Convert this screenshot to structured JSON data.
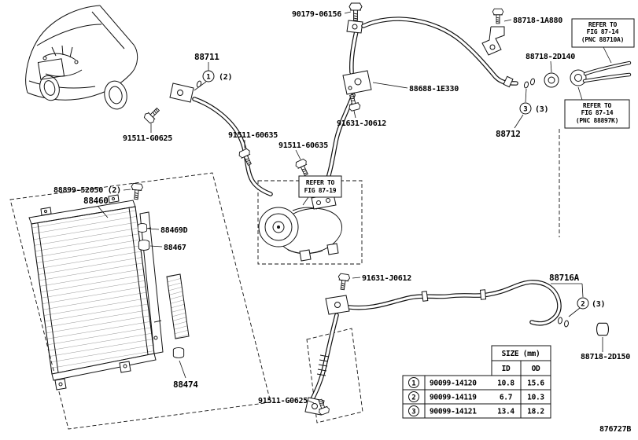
{
  "figure_code": "876727B",
  "parts": {
    "bolt_90179": "90179-06156",
    "bracket_88718_1a880": "88718-1A880",
    "hose_88711": "88711",
    "hose_88711_qty": "(2)",
    "fitting_88688": "88688-1E330",
    "damper_88718_2d140": "88718-2D140",
    "bolt_91631_upper": "91631-J0612",
    "pipe_88712": "88712",
    "pipe_88712_qty": "(3)",
    "bolt_91511_g0625_left": "91511-G0625",
    "bolt_91511_60635_a": "91511-60635",
    "bolt_91511_60635_b": "91511-60635",
    "screw_88899": "88899-52050 (2)",
    "condenser_88460": "88460",
    "cushion_88469d": "88469D",
    "cushion_88467": "88467",
    "bolt_91631_lower": "91631-J0612",
    "pipe_88716a": "88716A",
    "pipe_88716a_qty": "(3)",
    "damper_88718_2d150": "88718-2D150",
    "seal_88474": "88474",
    "bolt_91511_g0625_bottom": "91511-G0625"
  },
  "refer_notes": {
    "top_right": [
      "REFER TO",
      "FIG 87-14",
      "(PNC 88710A)"
    ],
    "mid_right": [
      "REFER TO",
      "FIG 87-14",
      "(PNC 88897K)"
    ],
    "center": [
      "REFER TO",
      "FIG 87-19"
    ]
  },
  "callouts": {
    "c1": "1",
    "c2": "2",
    "c3": "3"
  },
  "size_table": {
    "title": "SIZE (mm)",
    "col_id": "ID",
    "col_od": "OD",
    "rows": [
      {
        "no": "1",
        "part": "90099-14120",
        "id": "10.8",
        "od": "15.6"
      },
      {
        "no": "2",
        "part": "90099-14119",
        "id": "6.7",
        "od": "10.3"
      },
      {
        "no": "3",
        "part": "90099-14121",
        "id": "13.4",
        "od": "18.2"
      }
    ]
  },
  "colors": {
    "line": "#111111",
    "background": "#ffffff"
  }
}
